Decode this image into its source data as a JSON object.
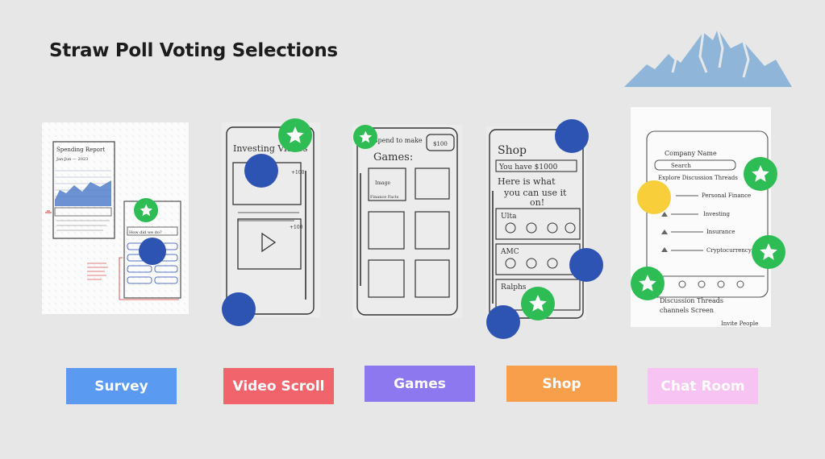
{
  "title": "Straw Poll Voting Selections",
  "options": [
    {
      "label": "Survey",
      "color": "#5a9af0"
    },
    {
      "label": "Video Scroll",
      "color": "#f2646c"
    },
    {
      "label": "Games",
      "color": "#8e78ef"
    },
    {
      "label": "Shop",
      "color": "#f79f4b"
    },
    {
      "label": "Chat Room",
      "color": "#f7c3f2"
    }
  ],
  "colors": {
    "background": "#e7e7e7",
    "vote_dot_blue": "#2d54b3",
    "vote_dot_yellow": "#f8cf3a",
    "vote_star_green": "#2ebd54",
    "mountain": "#8fb6d8"
  },
  "sketches": {
    "survey": {
      "heading": "Spending Report",
      "range": "Jan-Jun — 2023",
      "question": "How did we do?"
    },
    "video": {
      "heading": "Investing Videos",
      "badge": "+100"
    },
    "games": {
      "heading": "Spend to make",
      "sub": "Games:",
      "image": "Image",
      "caption": "Finance Facts",
      "coin": "$100"
    },
    "shop": {
      "heading": "Shop",
      "balance": "You have $1000",
      "blurb1": "Here is what",
      "blurb2": "you can use it",
      "blurb3": "on!",
      "store1": "Ulta",
      "store2": "AMC",
      "store3": "Ralphs"
    },
    "chat": {
      "name": "Company Name",
      "search": "Search",
      "explore": "Explore Discussion Threads",
      "t1": "Personal Finance",
      "t2": "Investing",
      "t3": "Insurance",
      "t4": "Cryptocurrency",
      "foot1": "Discussion Threads",
      "foot2": "channels Screen",
      "foot3": "Invite People"
    }
  }
}
